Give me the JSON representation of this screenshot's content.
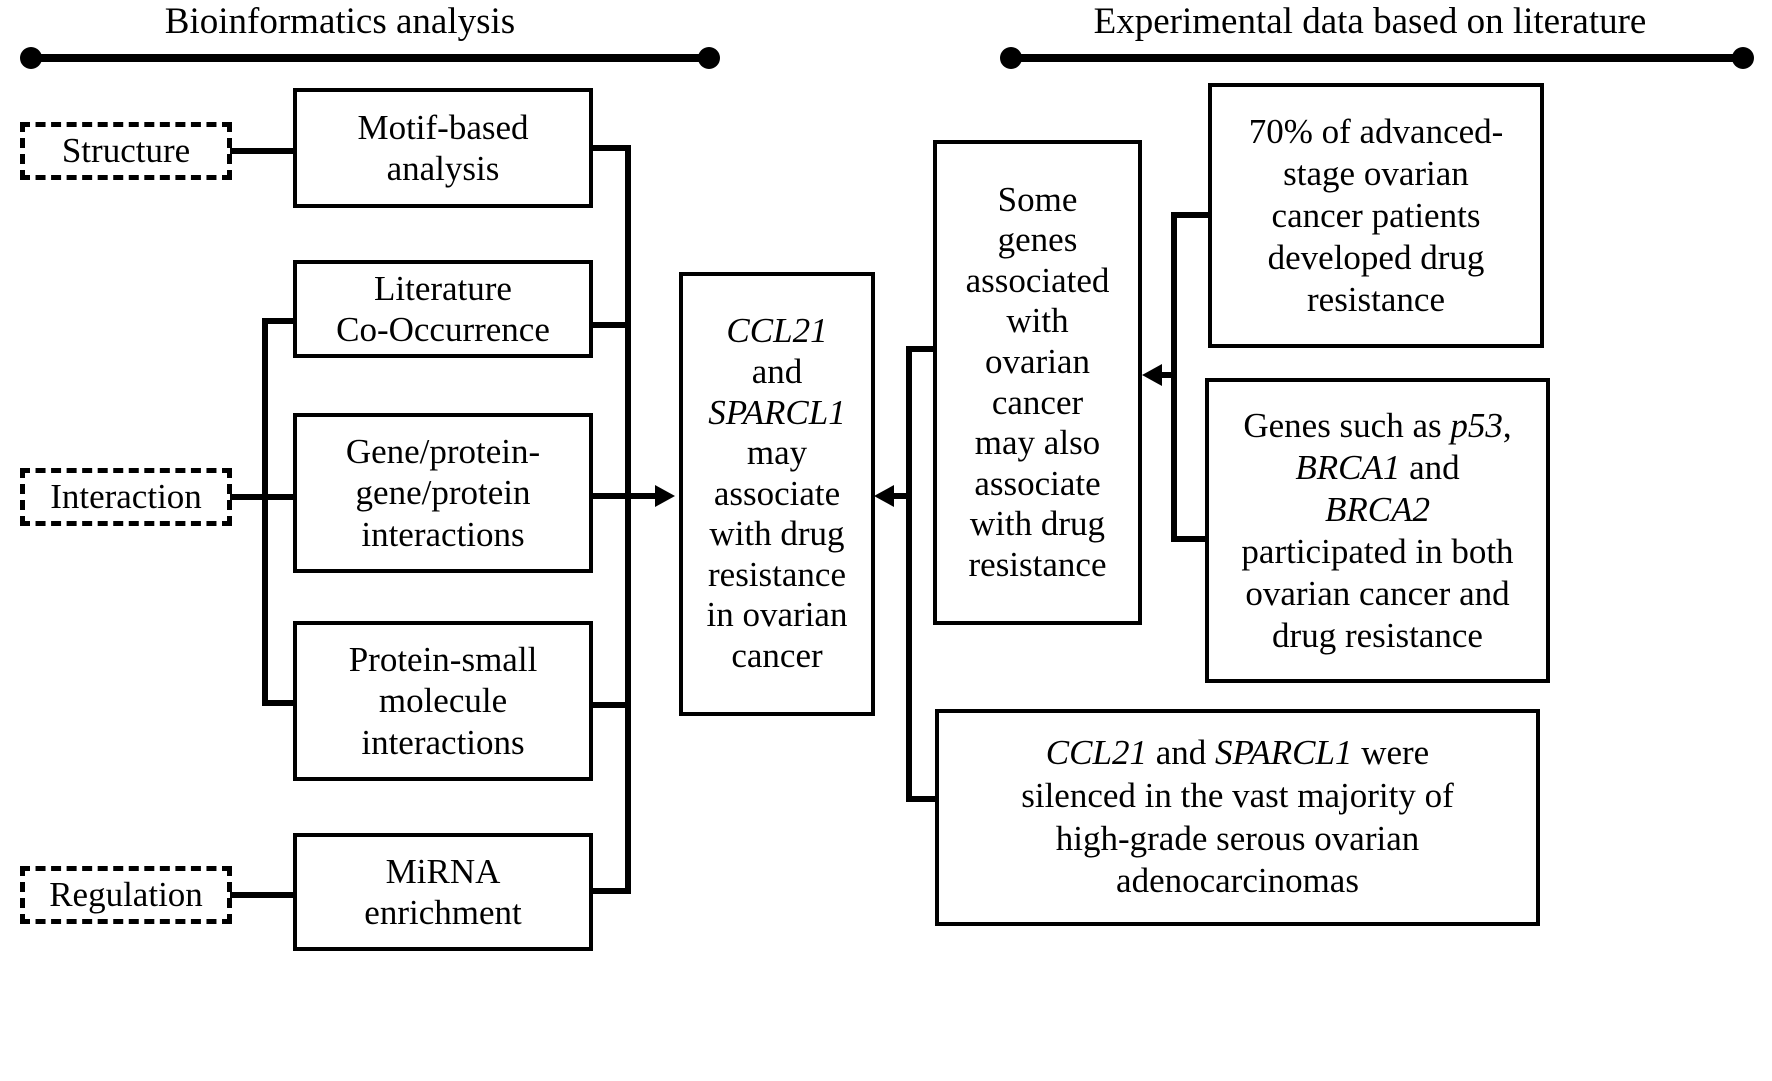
{
  "figure": {
    "type": "flow-diagram",
    "title": "Bioinformatics and experimental evidence flow for CCL21 and SPARCL1 in ovarian cancer drug resistance"
  },
  "headers": {
    "left": "Bioinformatics analysis",
    "right": "Experimental data based on literature"
  },
  "categories": [
    {
      "id": "structure",
      "label": "Structure"
    },
    {
      "id": "interaction",
      "label": "Interaction"
    },
    {
      "id": "regulation",
      "label": "Regulation"
    }
  ],
  "analysis_boxes": [
    {
      "id": "motif",
      "line1": "Motif-based",
      "line2": "analysis",
      "line3": ""
    },
    {
      "id": "cooccurrence",
      "line1": "Literature",
      "line2": "Co-Occurrence",
      "line3": ""
    },
    {
      "id": "ppi",
      "line1": "Gene/protein-",
      "line2": "gene/protein",
      "line3": "interactions"
    },
    {
      "id": "psmi",
      "line1": "Protein-small",
      "line2": "molecule",
      "line3": "interactions"
    },
    {
      "id": "mirna",
      "line1": "MiRNA",
      "line2": "enrichment",
      "line3": ""
    }
  ],
  "central_box": {
    "id": "conclusion",
    "lines": [
      "CCL21",
      "and",
      "SPARCL1",
      "may",
      "associate",
      "with drug",
      "resistance",
      "in ovarian",
      "cancer"
    ],
    "italic_lines": [
      "CCL21",
      "SPARCL1"
    ]
  },
  "bridge_box": {
    "id": "some-genes",
    "lines": [
      "Some",
      "genes",
      "associated",
      "with",
      "ovarian",
      "cancer",
      "may also",
      "associate",
      "with drug",
      "resistance"
    ]
  },
  "evidence_boxes": [
    {
      "id": "advanced-stage",
      "lines": [
        "70% of advanced-",
        "stage  ovarian",
        "cancer patients",
        "developed drug",
        "resistance"
      ],
      "stat": "70%"
    },
    {
      "id": "p53-brca",
      "lines": [
        "Genes such as p53,",
        "BRCA1 and",
        "BRCA2",
        "participated in both",
        "ovarian cancer and",
        "drug resistance"
      ],
      "genes": [
        "p53",
        "BRCA1",
        "BRCA2"
      ]
    },
    {
      "id": "silenced",
      "lines": [
        "CCL21 and SPARCL1 were",
        "silenced in the vast majority of",
        "high-grade serous ovarian",
        "adenocarcinomas"
      ],
      "genes": [
        "CCL21",
        "SPARCL1"
      ]
    }
  ],
  "colors": {
    "stroke": "#000000",
    "background": "#ffffff",
    "text": "#000000"
  },
  "connectors": {
    "arrow_into_conclusion_from_left": "arrow-right",
    "arrow_into_conclusion_from_right": "arrow-left",
    "arrow_into_bridge_from_right": "arrow-left"
  }
}
